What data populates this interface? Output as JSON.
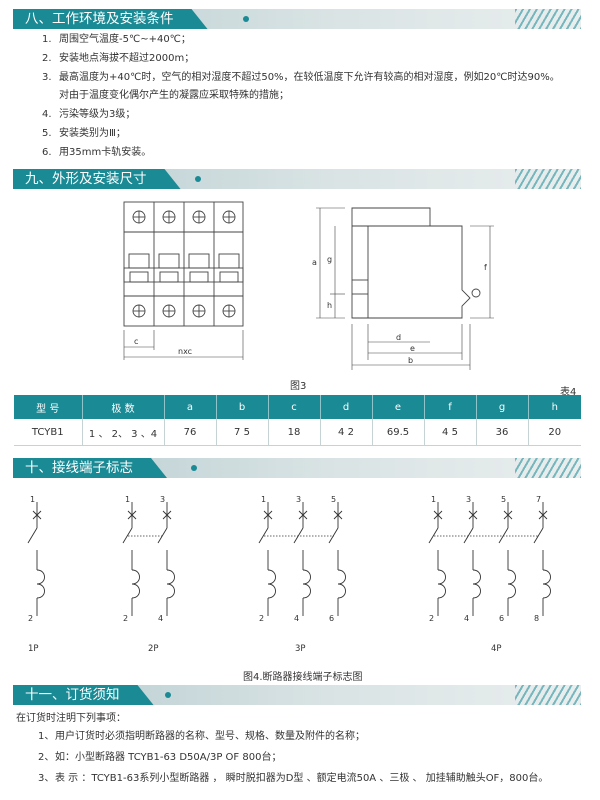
{
  "section8": {
    "title": "八、工作环境及安装条件",
    "items": [
      {
        "n": "1.",
        "text": "周围空气温度-5℃~+40℃；"
      },
      {
        "n": "2.",
        "text": "安装地点海拔不超过2000m；"
      },
      {
        "n": "3.",
        "text": "最高温度为+40℃时，空气的相对湿度不超过50%，在较低温度下允许有较高的相对湿度，例如20℃时达90%。"
      },
      {
        "n": "",
        "text": "对由于温度变化偶尔产生的凝露应采取特殊的措施；"
      },
      {
        "n": "4.",
        "text": "污染等级为3级；"
      },
      {
        "n": "5.",
        "text": "安装类别为Ⅲ；"
      },
      {
        "n": "6.",
        "text": "用35mm卡轨安装。"
      }
    ]
  },
  "section9": {
    "title": "九、外形及安装尺寸",
    "front_labels": {
      "c": "c",
      "nxc": "nxc"
    },
    "side_labels": {
      "a": "a",
      "g": "g",
      "h": "h",
      "f": "f",
      "d": "d",
      "e": "e",
      "b": "b"
    },
    "figure_caption": "图3",
    "table_caption": "表4",
    "table": {
      "headers": [
        "型 号",
        "极 数",
        "a",
        "b",
        "c",
        "d",
        "e",
        "f",
        "g",
        "h"
      ],
      "rows": [
        [
          "TCYB1",
          "1 、 2、 3 、4",
          "76",
          "7 5",
          "18",
          "4 2",
          "69.5",
          "4 5",
          "36",
          "20"
        ]
      ]
    }
  },
  "section10": {
    "title": "十、接线端子标志",
    "poles": [
      {
        "label": "1P",
        "top": [
          "1"
        ],
        "bottom": [
          "2"
        ]
      },
      {
        "label": "2P",
        "top": [
          "1",
          "3"
        ],
        "bottom": [
          "2",
          "4"
        ]
      },
      {
        "label": "3P",
        "top": [
          "1",
          "3",
          "5"
        ],
        "bottom": [
          "2",
          "4",
          "6"
        ]
      },
      {
        "label": "4P",
        "top": [
          "1",
          "3",
          "5",
          "7"
        ],
        "bottom": [
          "2",
          "4",
          "6",
          "8"
        ]
      }
    ],
    "figure_caption": "图4.断路器接线端子标志图"
  },
  "section11": {
    "title": "十一、订货须知",
    "intro": "在订货时注明下列事项：",
    "items": [
      {
        "n": "1、",
        "text": "用户订货时必须指明断路器的名称、型号、规格、数量及附件的名称；"
      },
      {
        "n": "2、",
        "text": "如：小型断路器   TCYB1-63 D50A/3P  OF  800台；"
      },
      {
        "n": "3、",
        "text": "表 示 ：TCYB1-63系列小型断路器 ， 瞬时脱扣器为D型 、额定电流50A 、三极 、 加挂辅助触头OF，800台。"
      }
    ]
  },
  "colors": {
    "accent": "#1a8a95",
    "header_bar": "#c9d8da"
  }
}
